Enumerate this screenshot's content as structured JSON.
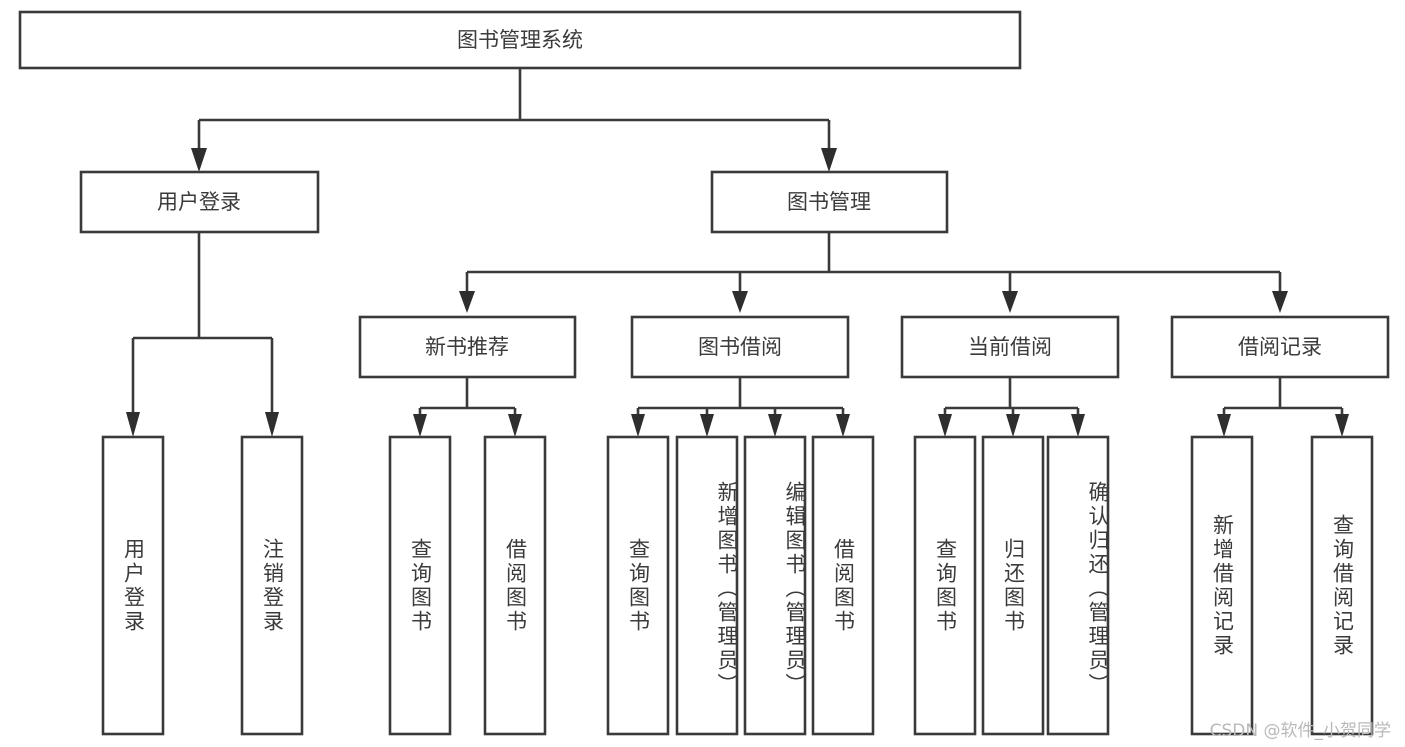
{
  "diagram": {
    "title": "图书管理系统",
    "type": "hierarchy-tree",
    "watermark": "CSDN @软件_小贺同学",
    "colors": {
      "stroke": "#3a3a3a",
      "text": "#3b3b3b",
      "background": "#ffffff",
      "watermark": "#b9b9b9"
    },
    "levels": {
      "root": {
        "label": "图书管理系统"
      },
      "level2": [
        {
          "label": "用户登录"
        },
        {
          "label": "图书管理"
        }
      ],
      "level3": [
        {
          "label": "新书推荐"
        },
        {
          "label": "图书借阅"
        },
        {
          "label": "当前借阅"
        },
        {
          "label": "借阅记录"
        }
      ],
      "leaves": {
        "user_login": [
          {
            "label": "用户登录"
          },
          {
            "label": "注销登录"
          }
        ],
        "new_book_recommend": [
          {
            "label": "查询图书"
          },
          {
            "label": "借阅图书"
          }
        ],
        "book_borrow": [
          {
            "label": "查询图书"
          },
          {
            "label": "新增图书（管理员）"
          },
          {
            "label": "编辑图书（管理员）"
          },
          {
            "label": "借阅图书"
          }
        ],
        "current_borrow": [
          {
            "label": "查询图书"
          },
          {
            "label": "归还图书"
          },
          {
            "label": "确认归还（管理员）"
          }
        ],
        "borrow_record": [
          {
            "label": "新增借阅记录"
          },
          {
            "label": "查询借阅记录"
          }
        ]
      }
    }
  }
}
